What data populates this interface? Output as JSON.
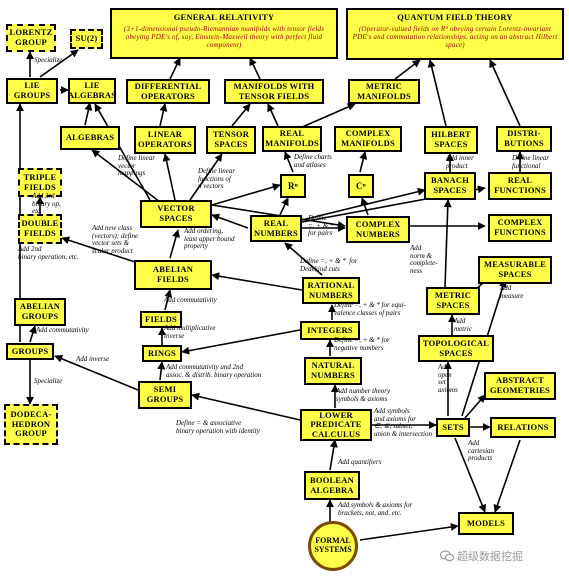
{
  "nodes": {
    "general_relativity": {
      "title": "GENERAL RELATIVITY",
      "sub": "(3+1-dimensional pseudo-Riemannian manifolds with tensor fields obeying PDE's of, say, Einstein-Maxwell theory with perfect fluid component)"
    },
    "quantum_field_theory": {
      "title": "QUANTUM FIELD THEORY",
      "sub": "(Operator-valued fields on R⁴ obeying certain Lorentz-invariant PDE's and commutation relationships, acting on an abstract Hilbert space)"
    },
    "lorentz_group": "LORENTZ GROUP",
    "su2": "SU(2)",
    "lie_groups": "LIE GROUPS",
    "lie_algebras": "LIE ALGEBRAS",
    "differential_operators": "DIFFERENTIAL OPERATORS",
    "manifolds_tensor_fields": "MANIFOLDS WITH TENSOR FIELDS",
    "metric_manifolds": "METRIC MANIFOLDS",
    "algebras": "ALGEBRAS",
    "linear_operators": "LINEAR OPERATORS",
    "tensor_spaces": "TENSOR SPACES",
    "real_manifolds": "REAL MANIFOLDS",
    "complex_manifolds": "COMPLEX MANIFOLDS",
    "hilbert_spaces": "HILBERT SPACES",
    "distributions": "DISTRI- BUTIONS",
    "triple_fields": "TRIPLE FIELDS",
    "rn": "Rⁿ",
    "cn": "Cⁿ",
    "banach_spaces": "BANACH SPACES",
    "real_functions": "REAL FUNCTIONS",
    "double_fields": "DOUBLE FIELDS",
    "vector_spaces": "VECTOR SPACES",
    "real_numbers": "REAL NUMBERS",
    "complex_numbers": "COMPLEX NUMBERS",
    "complex_functions": "COMPLEX FUNCTIONS",
    "abelian_fields": "ABELIAN FIELDS",
    "rational_numbers": "RATIONAL NUMBERS",
    "measurable_spaces": "MEASURABLE SPACES",
    "abelian_groups": "ABELIAN GROUPS",
    "fields": "FIELDS",
    "metric_spaces": "METRIC SPACES",
    "groups": "GROUPS",
    "rings": "RINGS",
    "integers": "INTEGERS",
    "topological_spaces": "TOPOLOGICAL SPACES",
    "natural_numbers": "NATURAL NUMBERS",
    "abstract_geometries": "ABSTRACT GEOMETRIES",
    "semi_groups": "SEMI GROUPS",
    "dodecahedron_group": "DODECA- HEDRON GROUP",
    "lower_predicate_calculus": "LOWER PREDICATE CALCULUS",
    "sets": "SETS",
    "relations": "RELATIONS",
    "boolean_algebra": "BOOLEAN ALGEBRA",
    "models": "MODELS",
    "formal_systems": "FORMAL SYSTEMS"
  },
  "edge_labels": {
    "specialize_top": "Specialize",
    "define_linear_mappings": "Define linear\nvector\nmappings",
    "define_linear_functions": "Define linear\nfunctions of\nn vectors",
    "define_charts": "Define charts\nand atlases",
    "add_inner_product": "Add inner\nproduct",
    "define_linear_functional": "Define linear\nfunctional",
    "add_3rd_binary_op": "Add 3rd\nbinary op,\netc.",
    "add_2nd_binary_op": "Add 2nd\nbinary operation, etc.",
    "add_new_class": "Add new class\n(vectors); define\nvector sets &\nscalar product",
    "add_ordering": "Add ordering,\nleast upper bound\nproperty",
    "define_ops_pairs_reals": "Define\n=, + & *\nfor pairs",
    "add_norm": "Add\nnorm &\ncomplete-\nness",
    "define_dedekind": "Define =, + & *  for\nDedekind cuts",
    "add_measure": "Add\nmeasure",
    "add_commutativity_fields": "Add commutativity",
    "define_equivalence_classes": "Define =, + & * for equi-\nvalence classes of pairs",
    "add_multiplicative_inverse": "Add multiplicative\ninverse",
    "add_commutativity_groups": "Add commutativity",
    "add_metric": "Add\nmetric",
    "define_negative_numbers": "Define =, + & * for\nnegative numbers",
    "add_inverse": "Add inverse",
    "add_commutativity_2nd_op": "Add commutativity and 2nd\nassoc. & distrib. binary operation",
    "add_open_set_axioms": "Add\nopen\nset\naxioms",
    "specialize_bottom": "Specialize",
    "add_number_theory": "Add number theory\nsymbols & axioms",
    "define_associative_op": "Define = & associative\nbinary operation with identity",
    "add_symbols_set_union": "Add symbols\nand axioms for\n∈, ⊆, subset,\nunion & intersection",
    "add_cartesian_products": "Add\ncartesian\nproducts",
    "add_quantifiers": "Add quantifiers",
    "add_symbols_brackets": "Add symbols & axioms for\nbrackets, not, and, etc."
  },
  "watermark": "超级数据挖掘",
  "colors": {
    "box_fill": "#ffff4a",
    "box_border": "#000000",
    "sub_text": "#a00000"
  }
}
